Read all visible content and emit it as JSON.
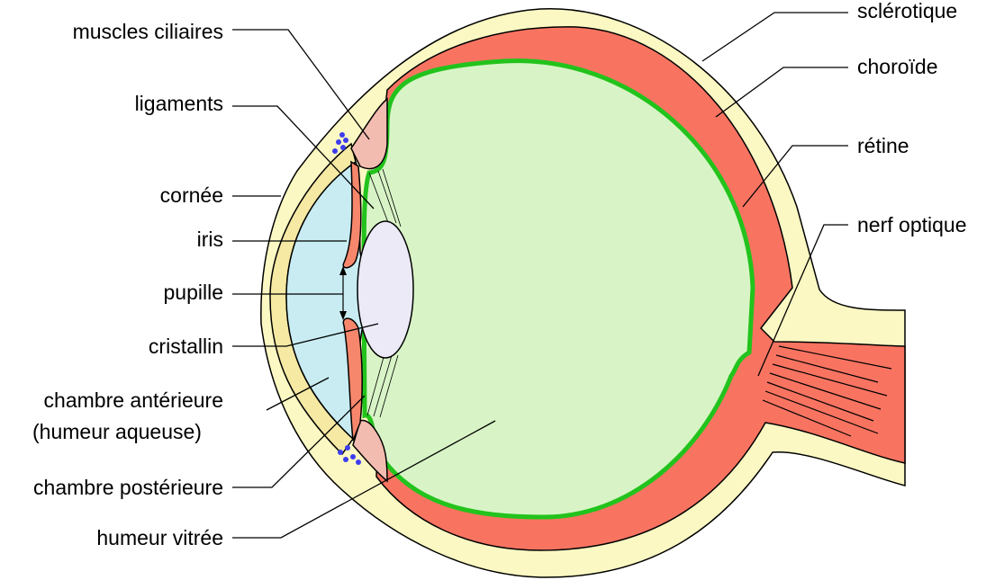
{
  "labels": {
    "muscles_ciliaires": "muscles ciliaires",
    "ligaments": "ligaments",
    "cornee": "cornée",
    "iris": "iris",
    "pupille": "pupille",
    "cristallin": "cristallin",
    "chambre_anterieure_1": "chambre antérieure",
    "chambre_anterieure_2": "(humeur aqueuse)",
    "chambre_posterieure": "chambre postérieure",
    "humeur_vitree": "humeur vitrée",
    "sclerotique": "sclérotique",
    "choroide": "choroïde",
    "retine": "rétine",
    "nerf_optique": "nerf optique"
  },
  "colors": {
    "sclera": "#fbf8c3",
    "cornea": "#f5e9a3",
    "choroid": "#f87461",
    "retina": "#22c31c",
    "vitreous": "#d8f4c6",
    "aqueous": "#c8ecf2",
    "lens": "#ebeaf6",
    "iris": "#f7876c",
    "ciliary_muscle": "#f3bcb0",
    "ligament": "#d6ecf2",
    "canal_dots": "#3d3dee"
  }
}
